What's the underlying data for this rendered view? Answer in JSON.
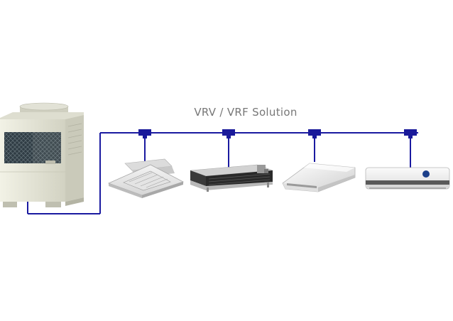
{
  "diagram": {
    "title": "VRV / VRF Solution",
    "colors": {
      "pipe": "#1a1aa0",
      "connector": "#1a1a9a",
      "unit_body": "#e6e6d8",
      "unit_shadow": "#c4c4b4",
      "grille": "#2e3a40",
      "indoor_white": "#f4f4f4",
      "indoor_gray": "#c8c8c8",
      "duct_dark": "#2a2a2a"
    },
    "units": [
      {
        "name": "outdoor-unit",
        "icon": "outdoor-condenser-icon"
      },
      {
        "name": "cassette-unit",
        "icon": "ceiling-cassette-icon"
      },
      {
        "name": "ducted-unit",
        "icon": "ducted-indoor-icon"
      },
      {
        "name": "ceiling-suspended-unit",
        "icon": "ceiling-suspended-icon"
      },
      {
        "name": "wall-mounted-unit",
        "icon": "wall-split-icon"
      }
    ]
  }
}
